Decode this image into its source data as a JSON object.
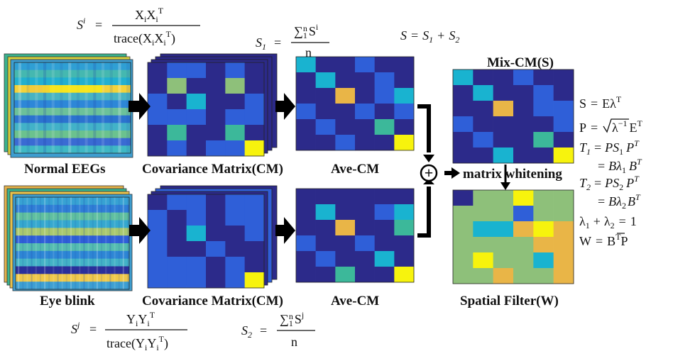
{
  "labels": {
    "normal_eegs": "Normal EEGs",
    "eye_blink": "Eye blink",
    "cm_top": "Covariance Matrix(CM)",
    "cm_bottom": "Covariance Matrix(CM)",
    "ave_top": "Ave-CM",
    "ave_bottom": "Ave-CM",
    "mix": "Mix-CM(S)",
    "whitening": "matrix whitening",
    "filter": "Spatial Filter(W)"
  },
  "formulas": {
    "si": {
      "S": "S",
      "sup": "i",
      "eq": "=",
      "num": "X",
      "num_sub1": "i",
      "num_x2": "X",
      "num_sub2": "i",
      "num_sup": "T",
      "den": "trace(X",
      "den_sub1": "i",
      "den_x2": "X",
      "den_sub2": "i",
      "den_sup": "T",
      "den_close": ")"
    },
    "sj": {
      "S": "S",
      "sup": "j",
      "eq": "=",
      "num": "Y",
      "num_sub1": "i",
      "num_x2": "Y",
      "num_sub2": "i",
      "num_sup": "T",
      "den": "trace(Y",
      "den_sub1": "i",
      "den_x2": "Y",
      "den_sub2": "i",
      "den_sup": "T",
      "den_close": ")"
    },
    "s1": {
      "S": "S",
      "sub": "1",
      "eq": "=",
      "sum": "∑",
      "sum_sup": "n",
      "sum_sub": "1",
      "term": "S",
      "term_sup": "i",
      "den": "n"
    },
    "s2": {
      "S": "S",
      "sub": "2",
      "eq": "=",
      "sum": "∑",
      "sum_sup": "n",
      "sum_sub": "1",
      "term": "S",
      "term_sup": "j",
      "den": "n"
    },
    "s_total": {
      "S": "S",
      "eq": "=",
      "a": "S",
      "a_sub": "1",
      "plus": "+",
      "b": "S",
      "b_sub": "2"
    },
    "right": {
      "l1": {
        "lhs": "S",
        "eq": "=",
        "rhs": "Eλ",
        "sup": "T"
      },
      "l2": {
        "lhs": "P",
        "eq": "=",
        "root": "λ",
        "root_sup": "−1",
        "rhs": "E",
        "sup": "T"
      },
      "l3": {
        "lhs": "T",
        "lhs_sub": "1",
        "eq": "=",
        "p": "PS",
        "p_sub": "1",
        "pt": "P",
        "pt_sup": "T"
      },
      "l4": {
        "eq": "=",
        "b": "Bλ",
        "b_sub": "1",
        "bt": "B",
        "bt_sup": "T"
      },
      "l5": {
        "lhs": "T",
        "lhs_sub": "2",
        "eq": "=",
        "p": "PS",
        "p_sub": "2",
        "pt": "P",
        "pt_sup": "T"
      },
      "l6": {
        "eq": "=",
        "b": "Bλ",
        "b_sub": "2",
        "bt": "B",
        "bt_sup": "T"
      },
      "l7": {
        "a": "λ",
        "a_sub": "1",
        "plus": "+",
        "b": "λ",
        "b_sub": "2",
        "eq": "=",
        "one": "1"
      },
      "l8": {
        "lhs": "W",
        "eq": "=",
        "b": "B",
        "b_sup": "T",
        "p": "P"
      }
    }
  },
  "plus_symbol": "+",
  "palette": {
    "navy": "#2c2a8a",
    "blue": "#2f5fd8",
    "cyan": "#19b3d0",
    "teal": "#3cb89a",
    "green": "#8ec07a",
    "orange": "#e9b547",
    "yellow": "#f7f30d",
    "arrow": "#000000"
  },
  "matrices": {
    "cm_top": [
      "NBBNBN",
      "NGNNGN",
      "BNCNNB",
      "BBBNBB",
      "NTNNTN",
      "NBNBBY"
    ],
    "cm_bottom": [
      "NBBNBB",
      "BNBNBB",
      "BNCNNB",
      "BNNBNN",
      "BBBNBN",
      "BBBNBY"
    ],
    "ave_top": [
      "CNNBNN",
      "NCNNBN",
      "NNONBC",
      "BNNBNB",
      "NBNNTN",
      "NNBNNY"
    ],
    "ave_bottom": [
      "NNNNNN",
      "NCNNBC",
      "NNONNT",
      "BNNBNN",
      "NBNNCN",
      "NNTNNY"
    ],
    "mix": [
      "CNNBNN",
      "NCNNBN",
      "NNONBB",
      "BNNNNB",
      "NBNNTN",
      "NNCNNY"
    ],
    "filter": [
      "NGGYGG",
      "GGGBGG",
      "GCCOYO",
      "GGGGOO",
      "GYGGCO",
      "GGOGGO"
    ]
  },
  "signal_bands": {
    "normal": [
      "#2f9fd4",
      "#45b8b0",
      "#22b0cf",
      "#f2d23c",
      "#48b3c2",
      "#2d87d8",
      "#6cc19a",
      "#2b73cf",
      "#42b2c8",
      "#6bc28e",
      "#3a6bd3",
      "#3fb8c4"
    ],
    "blink": [
      "#37a2d3",
      "#2f7ed6",
      "#5fbf9f",
      "#35a8cf",
      "#a9c86e",
      "#2f5fd8",
      "#54bcb0",
      "#2d86d5",
      "#43b2c6",
      "#2b2f9a",
      "#efc84a",
      "#3d9fd2"
    ]
  }
}
